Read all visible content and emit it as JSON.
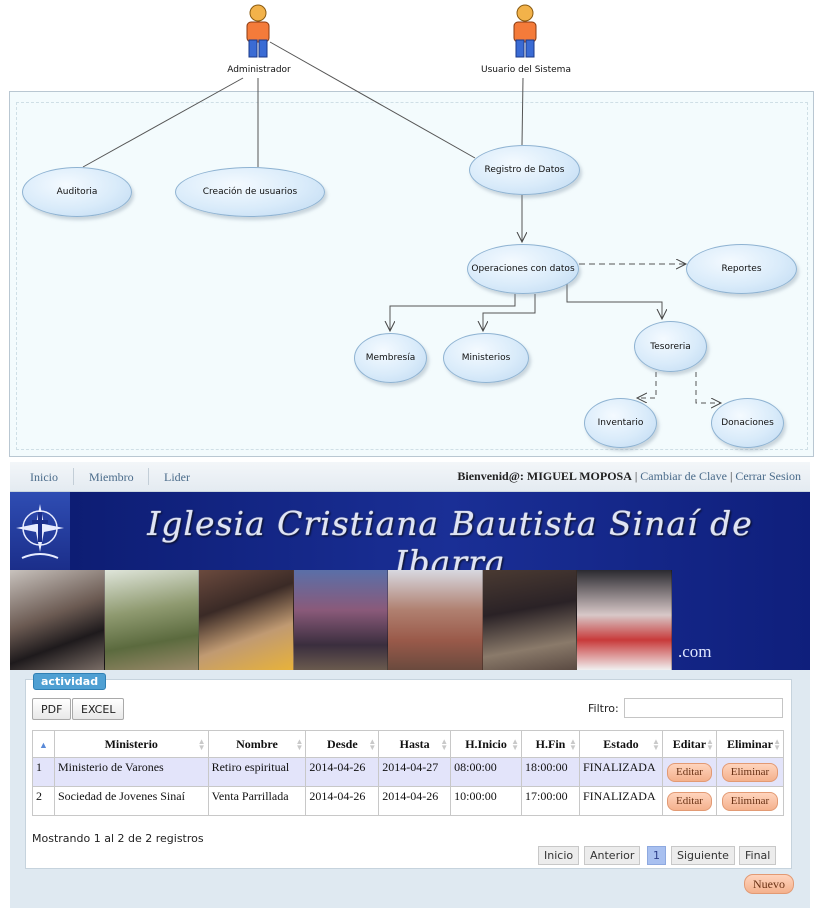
{
  "diagram": {
    "actors": [
      {
        "id": "admin",
        "label": "Administrador"
      },
      {
        "id": "user",
        "label": "Usuario del Sistema"
      }
    ],
    "use_cases": [
      {
        "id": "auditoria",
        "label": "Auditoria"
      },
      {
        "id": "creacion",
        "label": "Creación de usuarios"
      },
      {
        "id": "registro",
        "label": "Registro de Datos"
      },
      {
        "id": "operaciones",
        "label": "Operaciones con datos"
      },
      {
        "id": "reportes",
        "label": "Reportes"
      },
      {
        "id": "membresia",
        "label": "Membresía"
      },
      {
        "id": "ministerios",
        "label": "Ministerios"
      },
      {
        "id": "tesoreria",
        "label": "Tesoreria"
      },
      {
        "id": "inventario",
        "label": "Inventario"
      },
      {
        "id": "donaciones",
        "label": "Donaciones"
      }
    ]
  },
  "nav": {
    "links": [
      "Inicio",
      "Miembro",
      "Lider"
    ],
    "welcome_prefix": "Bienvenid@:",
    "user_name": "MIGUEL MOPOSA",
    "change_password": "Cambiar de Clave",
    "logout": "Cerrar Sesion",
    "separator": "|"
  },
  "banner": {
    "title": "Iglesia Cristiana Bautista Sinaí de Ibarra",
    "suffix": ".com"
  },
  "panel": {
    "title": "actividad",
    "pdf_label": "PDF",
    "excel_label": "EXCEL",
    "filter_label": "Filtro:",
    "filter_value": "",
    "columns": [
      "",
      "Ministerio",
      "Nombre",
      "Desde",
      "Hasta",
      "H.Inicio",
      "H.Fin",
      "Estado",
      "Editar",
      "Eliminar"
    ],
    "rows": [
      {
        "num": "1",
        "ministerio": "Ministerio de Varones",
        "nombre": "Retiro espiritual",
        "desde": "2014-04-26",
        "hasta": "2014-04-27",
        "hinicio": "08:00:00",
        "hfin": "18:00:00",
        "estado": "FINALIZADA",
        "edit": "Editar",
        "delete": "Eliminar"
      },
      {
        "num": "2",
        "ministerio": "Sociedad de Jovenes Sinaí",
        "nombre": "Venta Parrillada",
        "desde": "2014-04-26",
        "hasta": "2014-04-26",
        "hinicio": "10:00:00",
        "hfin": "17:00:00",
        "estado": "FINALIZADA",
        "edit": "Editar",
        "delete": "Eliminar"
      }
    ],
    "info_text": "Mostrando 1 al 2 de 2 registros",
    "pager": {
      "first": "Inicio",
      "previous": "Anterior",
      "current": "1",
      "next": "Siguiente",
      "last": "Final"
    },
    "new_label": "Nuevo"
  },
  "colors": {
    "banner_bg": "#1a2f96",
    "odd_row": "#e3e4fa",
    "action_button": "#f4b18d",
    "panel_tab": "#4fa0d3"
  }
}
